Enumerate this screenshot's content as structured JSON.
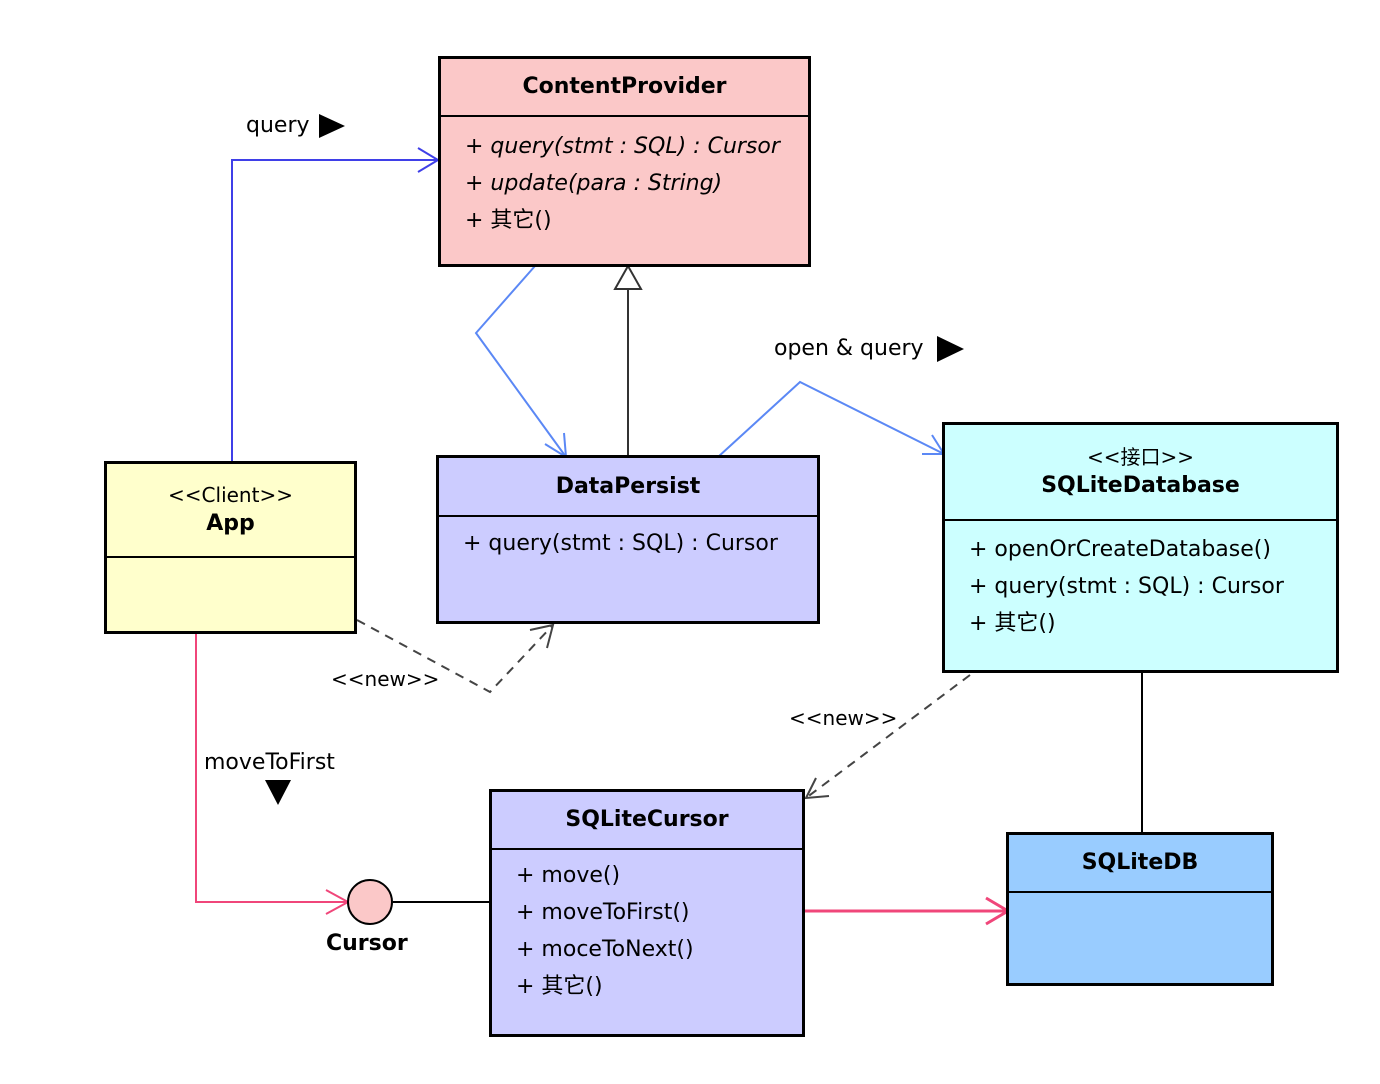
{
  "classes": {
    "content_provider": {
      "name": "ContentProvider",
      "ops": [
        "+ query(stmt : SQL) : Cursor",
        "+ update(para : String)",
        "+ 其它()"
      ],
      "fill": "#fbc8c8"
    },
    "app": {
      "stereotype": "<<Client>>",
      "name": "App",
      "fill": "#ffffcc"
    },
    "data_persist": {
      "name": "DataPersist",
      "ops": [
        "+ query(stmt : SQL) : Cursor"
      ],
      "fill": "#ccccff"
    },
    "sqlite_database": {
      "stereotype": "<<接口>>",
      "name": "SQLiteDatabase",
      "ops": [
        "+ openOrCreateDatabase()",
        "+ query(stmt : SQL) : Cursor",
        "+ 其它()"
      ],
      "fill": "#ccffff"
    },
    "sqlite_cursor": {
      "name": "SQLiteCursor",
      "ops": [
        "+ move()",
        "+ moveToFirst()",
        "+ moceToNext()",
        "+ 其它()"
      ],
      "fill": "#ccccff"
    },
    "sqlite_db": {
      "name": "SQLiteDB",
      "fill": "#99ccff"
    }
  },
  "interface_cursor": {
    "name": "Cursor",
    "fill": "#fbc8c8"
  },
  "labels": {
    "query": "query",
    "open_query": "open & query",
    "new_persist": "<<new>>",
    "new_cursor": "<<new>>",
    "move_to_first": "moveToFirst"
  },
  "colors": {
    "call_arrow": "#5b88f5",
    "app_arrow": "#3f3fe8",
    "cursor_arrow": "#f0467a"
  }
}
